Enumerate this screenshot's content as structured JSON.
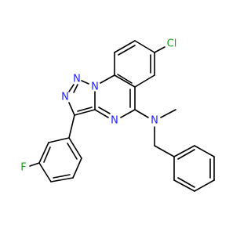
{
  "atoms": {
    "cl": {
      "label": "Cl",
      "color": "#1a9e1a"
    },
    "n_amine": {
      "label": "N",
      "color": "#2020ff"
    },
    "n_ring_pyr": {
      "label": "N",
      "color": "#2020ff"
    },
    "n_bridge": {
      "label": "N",
      "color": "#2020ff"
    },
    "n_tri_top": {
      "label": "N",
      "color": "#2020ff"
    },
    "n_tri_left": {
      "label": "N",
      "color": "#2020ff"
    },
    "f": {
      "label": "F",
      "color": "#1a9e1a"
    }
  }
}
